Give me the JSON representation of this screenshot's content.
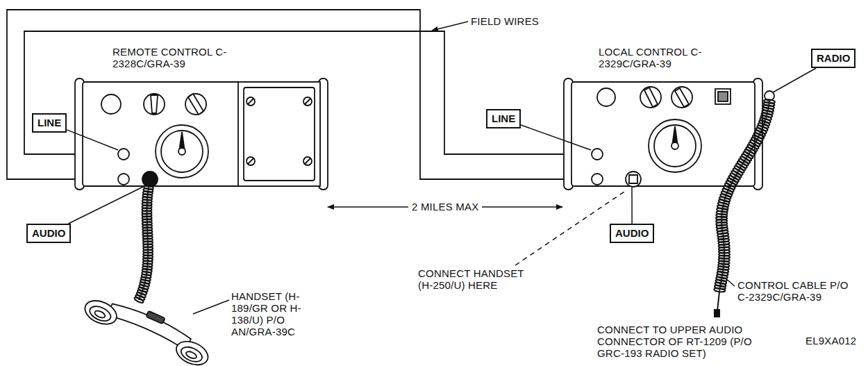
{
  "diagram": {
    "nodes": [
      {
        "text": [
          "LINE"
        ]
      },
      {
        "text": [
          "AUDIO"
        ]
      },
      {
        "text": [
          "LINE"
        ]
      },
      {
        "text": [
          "AUDIO"
        ]
      },
      {
        "text": [
          "RADIO"
        ]
      }
    ],
    "labels": [
      "FIELD WIRES",
      "REMOTE CONTROL C-2328C/GRA-39",
      "LOCAL CONTROL C-2329C/GRA-39",
      "2 MILES MAX",
      "CONNECT HANDSET (H-250/U) HERE",
      "CONTROL CABLE P/O C-2329C/GRA-39",
      "HANDSET (H-189/GR OR H-138/U) P/O AN/GRA-39C",
      "CONNECT TO UPPER AUDIO CONNECTOR OF RT-1209 (P/O GRC-193 RADIO SET)",
      "EL9XA012"
    ]
  }
}
